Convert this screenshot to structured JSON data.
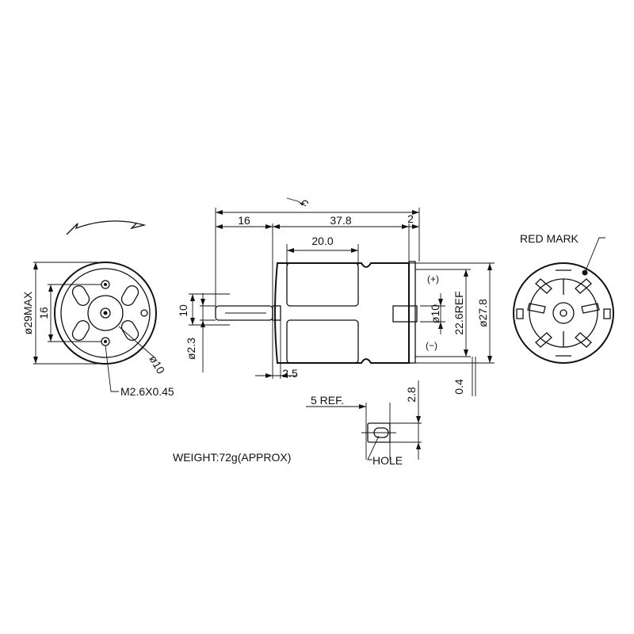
{
  "front_view": {
    "dim_diameter_max": "ø29MAX",
    "dim_hole_spacing": "16",
    "dim_boss_diameter": "ø10",
    "thread_callout": "M2.6X0.45"
  },
  "side_view": {
    "rotation_mark": "↶",
    "dim_shaft_length": "16",
    "dim_body_length": "37.8",
    "dim_terminal_offset": "2",
    "dim_magnet_length": "20.0",
    "dim_shaft_protrusion": "10",
    "dim_shaft_diameter": "ø2.3",
    "dim_boss_height": "2.5",
    "dim_boss_diameter": "ø10",
    "dim_ref": "22.6REF",
    "dim_can_diameter": "ø27.8",
    "terminal_plus": "(+)",
    "terminal_minus": "(−)",
    "dim_terminal_thickness": "0.4"
  },
  "rear_view": {
    "red_mark_label": "RED MARK"
  },
  "terminal_detail": {
    "dim_ref": "5 REF.",
    "dim_width": "2.8",
    "hole_label": "HOLE"
  },
  "notes": {
    "weight": "WEIGHT:72g(APPROX)"
  }
}
